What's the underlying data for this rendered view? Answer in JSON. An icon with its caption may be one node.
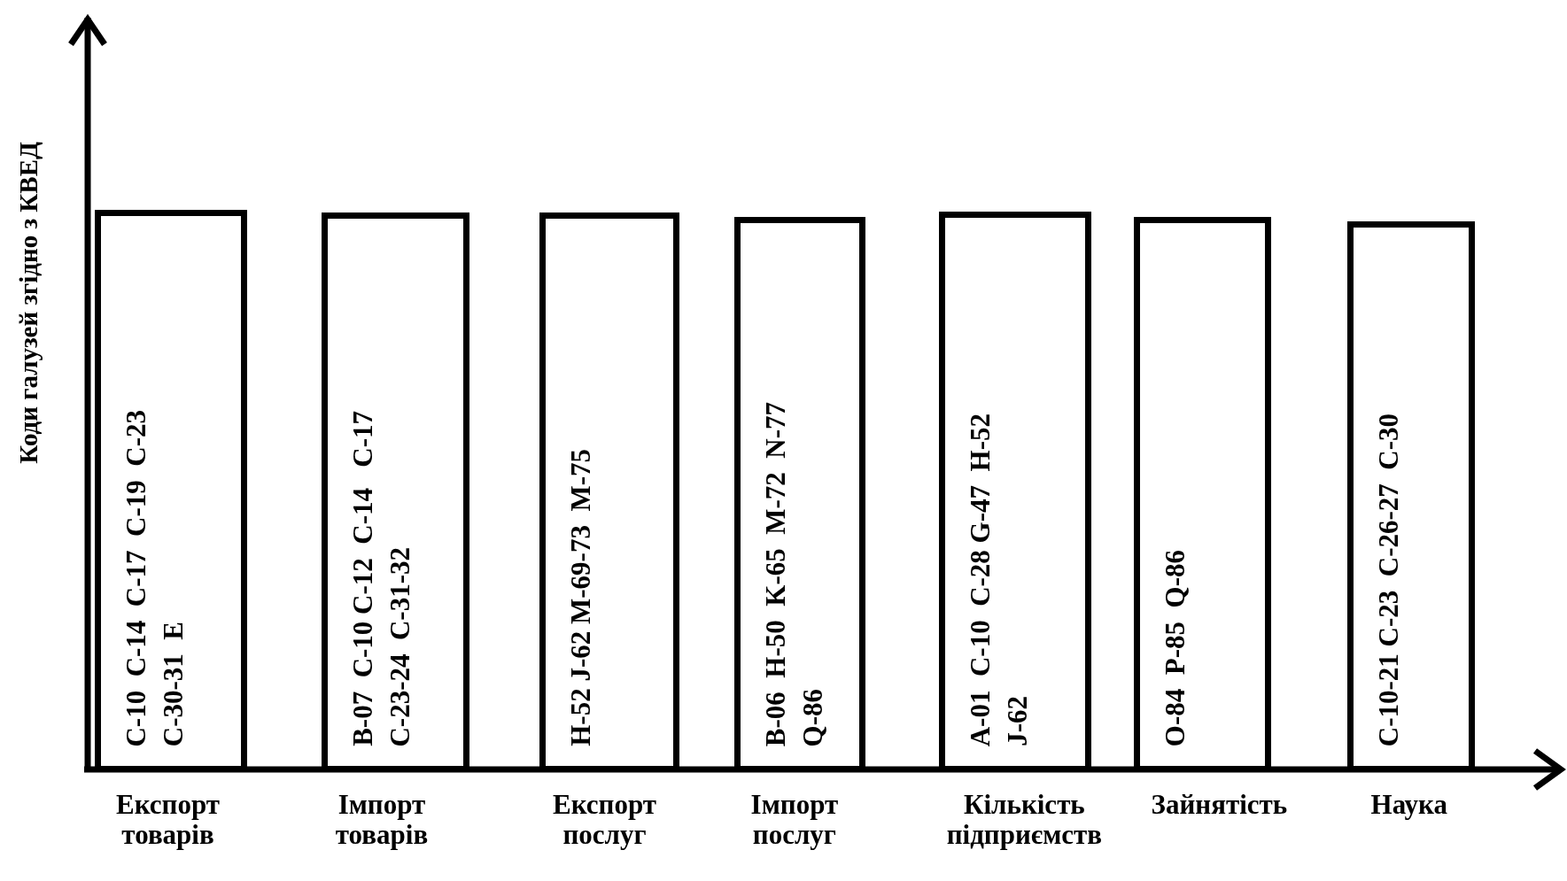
{
  "diagram": {
    "nodes": [
      {
        "text": [
          "C-10  C-14  C-17  C-19  C-23",
          "C-30-31  E"
        ],
        "beside": [
          "Експорт товарів"
        ]
      },
      {
        "text": [
          "B-07  C-10 C-12  C-14   C-17",
          "C-23-24  C-31-32"
        ],
        "beside": [
          "Імпорт товарів"
        ]
      },
      {
        "text": [
          "H-52 J-62 M-69-73  M-75"
        ],
        "beside": [
          "Експорт послуг"
        ]
      },
      {
        "text": [
          "B-06  H-50  K-65  M-72  N-77",
          "Q-86"
        ],
        "beside": [
          "Імпорт послуг"
        ]
      },
      {
        "text": [
          "A-01  C-10  C-28 G-47  H-52",
          "J-62"
        ],
        "beside": [
          "Кількість підприємств"
        ]
      },
      {
        "text": [
          "O-84  P-85  Q-86"
        ],
        "beside": [
          "Зайнятість"
        ]
      },
      {
        "text": [
          "C-10-21 C-23  C-26-27  C-30"
        ],
        "beside": [
          "Наука"
        ]
      }
    ],
    "labels": [
      "Коди галузей згідно з КВЕД"
    ]
  }
}
